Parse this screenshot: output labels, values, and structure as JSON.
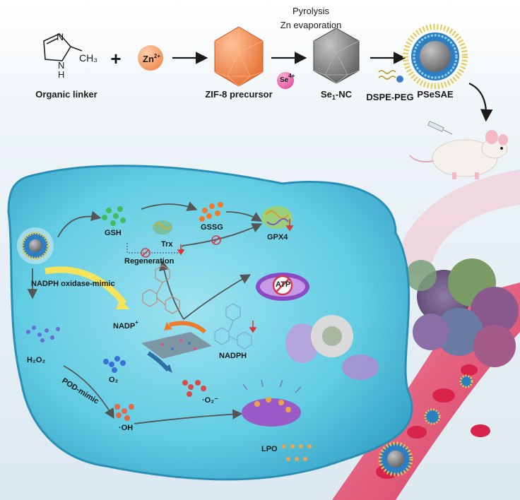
{
  "synthesis": {
    "step_label_1": "Pyrolysis",
    "step_label_2": "Zn evaporation",
    "organic_linker": "Organic linker",
    "methyl_group": "CH₃",
    "n_atom": "N",
    "nh_group": "N\nH",
    "plus": "+",
    "zn_ion": "Zn",
    "zn_charge": "2+",
    "zif8": "ZIF-8 precursor",
    "se_ion": "Se",
    "se_charge": "4+",
    "se1nc_prefix": "Se",
    "se1nc_sub": "1",
    "se1nc_suffix": "-NC",
    "dspe_peg": "DSPE-PEG",
    "product": "PSeSAE"
  },
  "cell": {
    "gsh": "GSH",
    "gssg": "GSSG",
    "trx": "Trx",
    "gpx4": "GPX4",
    "regeneration": "Regeneration",
    "nadph_oxidase": "NADPH oxidase-mimic",
    "nadp": "NADP",
    "nadp_charge": "+",
    "nadph": "NADPH",
    "atp": "ATP",
    "h2o2": "H₂O₂",
    "o2": "O₂",
    "superoxide": "·O₂⁻",
    "pod_mimic": "POD-mimic",
    "oh_radical": "·OH",
    "lpo": "LPO"
  },
  "colors": {
    "cell_fill": "#5ec9e0",
    "cell_edge": "#2a8fb5",
    "vessel": "#e0486a",
    "zif_orange": "#f08a4b",
    "nc_gray": "#8a8a8a",
    "arrow": "#1a1a1a",
    "down_arrow": "#d83a3a"
  }
}
